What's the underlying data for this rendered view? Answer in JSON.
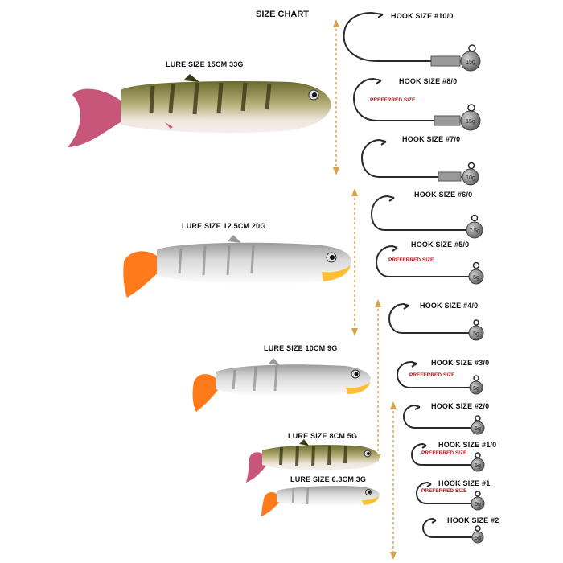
{
  "title": "SIZE CHART",
  "lures": [
    {
      "label": "LURE SIZE 15CM 33G",
      "pattern": "perch",
      "tail_color": "#c8557a"
    },
    {
      "label": "LURE SIZE 12.5CM 20G",
      "pattern": "white",
      "tail_color": "#ff7a1a"
    },
    {
      "label": "LURE SIZE 10CM 9G",
      "pattern": "white",
      "tail_color": "#ff7a1a"
    },
    {
      "label": "LURE SIZE 8CM 5G",
      "pattern": "perch",
      "tail_color": "#c8557a"
    },
    {
      "label": "LURE SIZE 6.8CM 3G",
      "pattern": "white",
      "tail_color": "#ff7a1a"
    }
  ],
  "hooks": [
    {
      "label": "HOOK SIZE #10/0",
      "weight": "15g",
      "preferred": ""
    },
    {
      "label": "HOOK SIZE #8/0",
      "weight": "15g",
      "preferred": "PREFERRED SIZE"
    },
    {
      "label": "HOOK SIZE #7/0",
      "weight": "10g",
      "preferred": ""
    },
    {
      "label": "HOOK SIZE #6/0",
      "weight": "7.5g",
      "preferred": ""
    },
    {
      "label": "HOOK SIZE #5/0",
      "weight": "5g",
      "preferred": "PREFERRED SIZE"
    },
    {
      "label": "HOOK SIZE #4/0",
      "weight": "5g",
      "preferred": ""
    },
    {
      "label": "HOOK SIZE #3/0",
      "weight": "5g",
      "preferred": "PREFERRED SIZE"
    },
    {
      "label": "HOOK SIZE #2/0",
      "weight": "5g",
      "preferred": ""
    },
    {
      "label": "HOOK SIZE #1/0",
      "weight": "5g",
      "preferred": "PREFERRED SIZE"
    },
    {
      "label": "HOOK SIZE #1",
      "weight": "5g",
      "preferred": "PREFERRED SIZE"
    },
    {
      "label": "HOOK SIZE #2",
      "weight": "5g",
      "preferred": ""
    }
  ],
  "colors": {
    "divider": "#d9a24a",
    "hook": "#2a2a2a",
    "jig_head": "#8f8f8f",
    "preferred_text": "#b3121b"
  }
}
